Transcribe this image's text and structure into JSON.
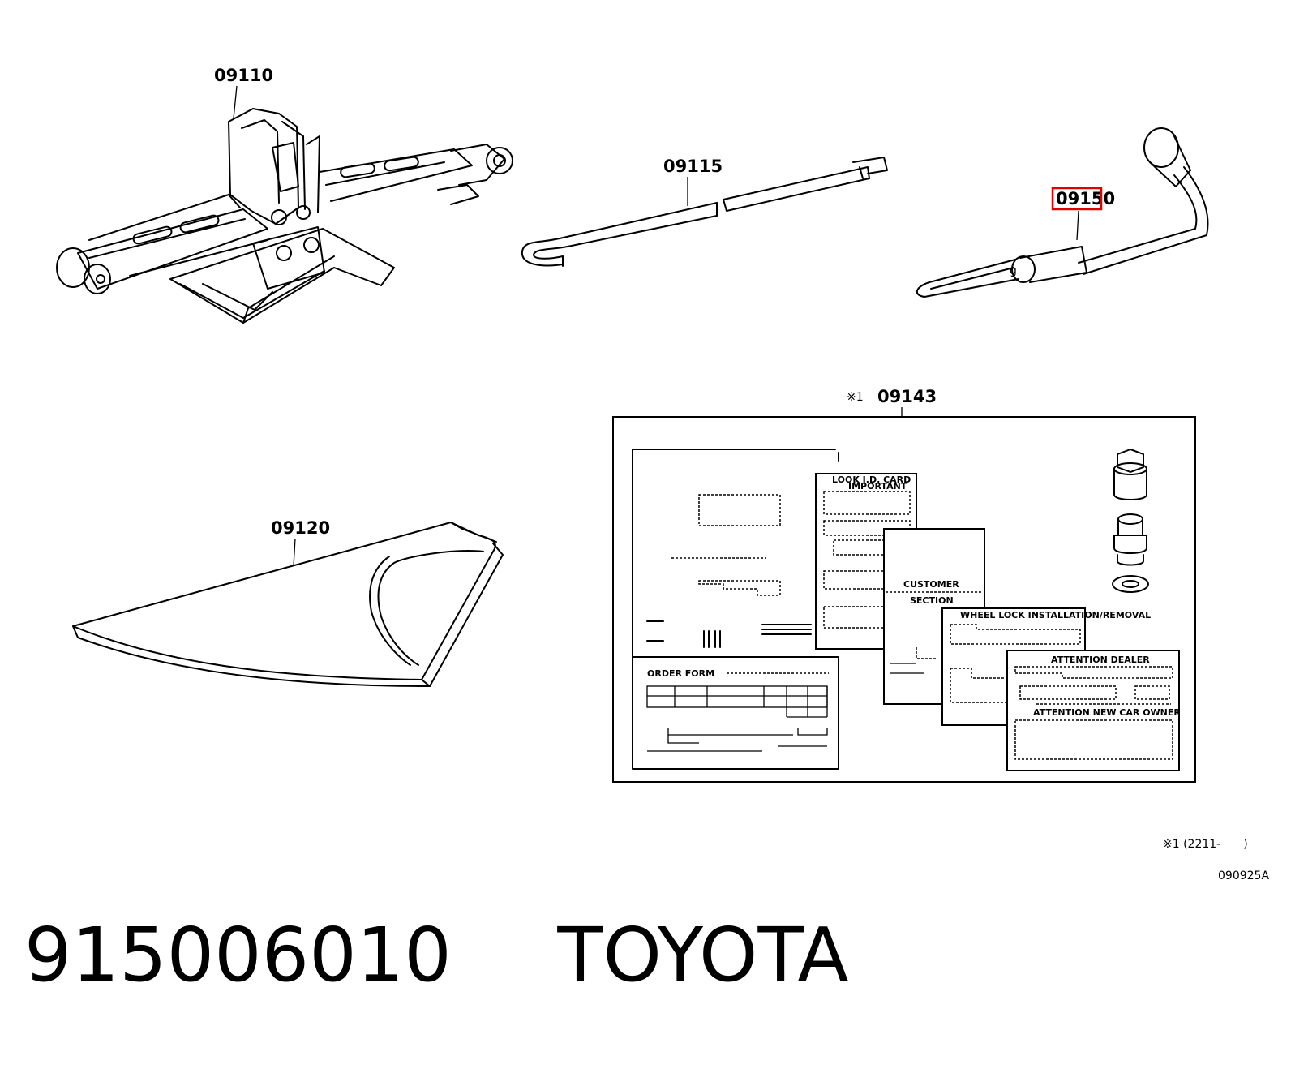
{
  "parts": {
    "jack": "09110",
    "handle": "09115",
    "wrench": "09150",
    "wedge": "09120",
    "kit": "09143"
  },
  "kit_marker": "※1",
  "highlight_color": "#e00000",
  "kit_labels": {
    "lock_card": "LOOK I.D. CARD",
    "lock_card_sub": "IMPORTANT",
    "customer": "CUSTOMER",
    "section": "SECTION",
    "order_form": "ORDER FORM",
    "wheel_lock": "WHEEL LOCK INSTALLATION/REMOVAL",
    "attention_dealer": "ATTENTION DEALER",
    "attention_owner": "ATTENTION NEW CAR OWNER"
  },
  "footnote": "※1 (2211-　　)",
  "diagram_code": "090925A",
  "part_number": "915006010",
  "brand": "TOYOTA"
}
